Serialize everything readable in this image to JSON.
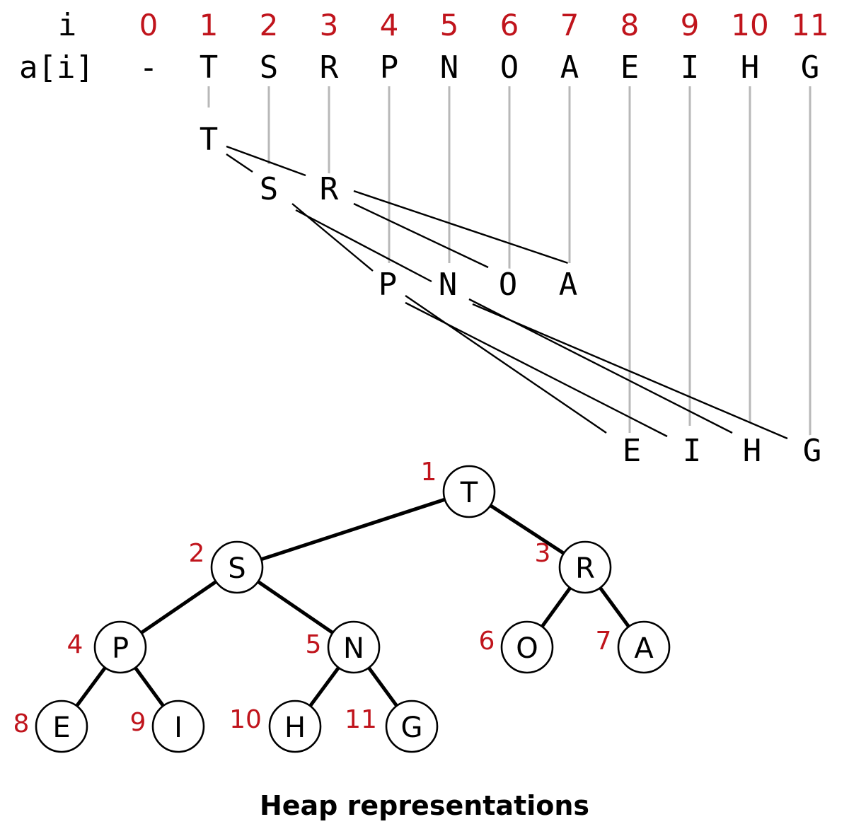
{
  "array": {
    "index_label": "i",
    "value_label": "a[i]",
    "indices": [
      "0",
      "1",
      "2",
      "3",
      "4",
      "5",
      "6",
      "7",
      "8",
      "9",
      "10",
      "11"
    ],
    "values": [
      "-",
      "T",
      "S",
      "R",
      "P",
      "N",
      "O",
      "A",
      "E",
      "I",
      "H",
      "G"
    ]
  },
  "level_view": {
    "levels": [
      [
        "T"
      ],
      [
        "S",
        "R"
      ],
      [
        "P",
        "N",
        "O",
        "A"
      ],
      [
        "E",
        "I",
        "H",
        "G"
      ]
    ]
  },
  "tree": {
    "nodes": [
      {
        "index": "1",
        "key": "T"
      },
      {
        "index": "2",
        "key": "S"
      },
      {
        "index": "3",
        "key": "R"
      },
      {
        "index": "4",
        "key": "P"
      },
      {
        "index": "5",
        "key": "N"
      },
      {
        "index": "6",
        "key": "O"
      },
      {
        "index": "7",
        "key": "A"
      },
      {
        "index": "8",
        "key": "E"
      },
      {
        "index": "9",
        "key": "I"
      },
      {
        "index": "10",
        "key": "H"
      },
      {
        "index": "11",
        "key": "G"
      }
    ]
  },
  "caption": "Heap representations",
  "colors": {
    "index": "#c0141c",
    "guide": "#b8b8b8",
    "ink": "#000000"
  }
}
